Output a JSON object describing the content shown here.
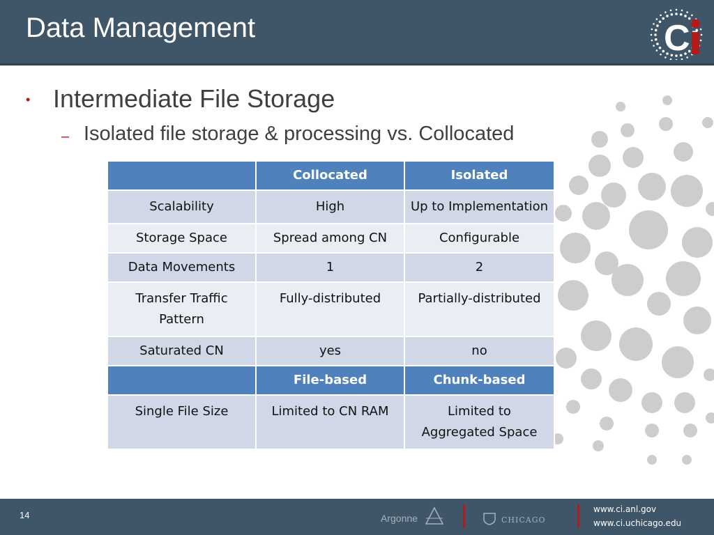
{
  "header": {
    "title": "Data Management",
    "logo_text": "Ci"
  },
  "content": {
    "bullet1": "Intermediate File Storage",
    "bullet2": "Isolated file storage & processing vs. Collocated"
  },
  "table": {
    "header1": [
      "",
      "Collocated",
      "Isolated"
    ],
    "rows1": [
      [
        "Scalability",
        "High",
        "Up to Implementation"
      ],
      [
        "Storage Space",
        "Spread among CN",
        "Configurable"
      ],
      [
        "Data Movements",
        "1",
        "2"
      ],
      [
        "Transfer Traffic Pattern",
        "Fully-distributed",
        "Partially-distributed"
      ],
      [
        "Saturated CN",
        "yes",
        "no"
      ]
    ],
    "header2": [
      "",
      "File-based",
      "Chunk-based"
    ],
    "rows2": [
      [
        "Single File Size",
        "Limited to CN RAM",
        "Limited to Aggregated Space"
      ]
    ]
  },
  "footer": {
    "page_number": "14",
    "argonne": "Argonne",
    "uchicago": "CHICAGO",
    "link1": "www.ci.anl.gov",
    "link2": "www.ci.uchicago.edu"
  },
  "colors": {
    "header_bg": "#3f5568",
    "table_header": "#4f81bd",
    "row_odd": "#d0d8e8",
    "row_even": "#e9edf4",
    "accent": "#b31b1b"
  }
}
